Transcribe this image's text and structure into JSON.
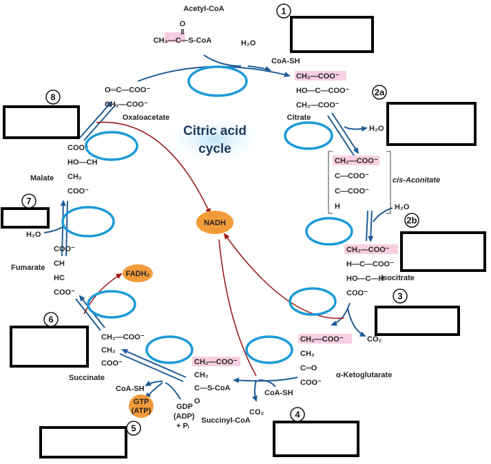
{
  "title_line1": "Citric acid",
  "title_line2": "cycle",
  "colors": {
    "cycle_arrow": "#1e5b96",
    "red_arrow": "#9b1a1a",
    "blank_ellipse": "#1a9ad8",
    "cofactor_fill": "#f29b3a",
    "highlight_pink": "#f7cfe0",
    "answer_box": "#000000"
  },
  "steps": {
    "s1": "1",
    "s2a": "2a",
    "s2b": "2b",
    "s3": "3",
    "s4": "4",
    "s5": "5",
    "s6": "6",
    "s7": "7",
    "s8": "8"
  },
  "molecules": {
    "acetyl_coa": "Acetyl-CoA",
    "citrate": "Citrate",
    "cis_aconitate": "cis-Aconitate",
    "isocitrate": "Isocitrate",
    "alpha_kg": "α-Ketoglutarate",
    "succinyl_coa": "Succinyl-CoA",
    "succinate": "Succinate",
    "fumarate": "Fumarate",
    "malate": "Malate",
    "oxaloacetate": "Oxaloacetate"
  },
  "small_labels": {
    "h2o_1": "H₂O",
    "coash_1": "CoA-SH",
    "h2o_2a": "H₂O",
    "h2o_2b": "H₂O",
    "co2_3": "CO₂",
    "coash_4": "CoA-SH",
    "co2_4": "CO₂",
    "coash_5": "CoA-SH",
    "gdp": "GDP",
    "adp": "(ADP)",
    "pi": "+ Pᵢ",
    "h2o_7": "H₂O"
  },
  "cofactors": {
    "nadh": "NADH",
    "fadh2": "FADH₂",
    "gtp": "GTP",
    "atp": "(ATP)"
  },
  "structures": {
    "acetyl": [
      "O",
      "‖",
      "CH₃—C—S-CoA"
    ],
    "citrate": [
      "CH₂—COO⁻",
      "HO—C—COO⁻",
      "CH₂—COO⁻"
    ],
    "cis_aconitate": [
      "CH₂—COO⁻",
      "C—COO⁻",
      "C—COO⁻",
      "H"
    ],
    "isocitrate": [
      "CH₂—COO⁻",
      "H—C—COO⁻",
      "HO—C—H",
      "COO⁻"
    ],
    "alpha_kg": [
      "CH₂—COO⁻",
      "CH₂",
      "C═O",
      "COO⁻"
    ],
    "succinyl_coa": [
      "CH₂—COO⁻",
      "CH₂",
      "C—S-CoA",
      "O"
    ],
    "succinate": [
      "CH₂—COO⁻",
      "CH₂",
      "COO⁻"
    ],
    "fumarate": [
      "COO⁻",
      "CH",
      "HC",
      "COO⁻"
    ],
    "malate": [
      "COO⁻",
      "HO—CH",
      "CH₂",
      "COO⁻"
    ],
    "oxaloacetate": [
      "O═C—COO⁻",
      "CH₂—COO⁻"
    ]
  }
}
